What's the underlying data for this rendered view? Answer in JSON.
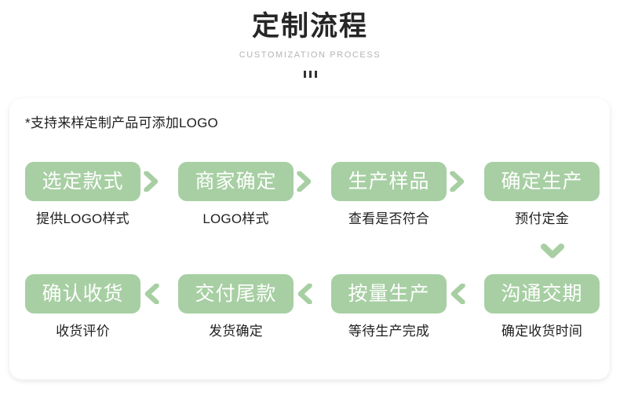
{
  "header": {
    "title": "定制流程",
    "subtitle": "CUSTOMIZATION PROCESS",
    "dots_count": 3
  },
  "card": {
    "note": "*支持来样定制产品可添加LOGO"
  },
  "colors": {
    "accent_green": "#a7cfa3",
    "title_dark": "#262626",
    "subtitle_gray": "#b5b5b5",
    "caption_dark": "#1f1f1f",
    "card_background": "#ffffff",
    "page_background": "#ffffff"
  },
  "icons": {
    "chevron_right": "chevron-right-icon",
    "chevron_left": "chevron-left-icon",
    "chevron_down": "chevron-down-icon"
  },
  "flow": {
    "row1_direction": "left-to-right",
    "row2_direction": "right-to-left",
    "row1": [
      {
        "label": "选定款式",
        "caption": "提供LOGO样式"
      },
      {
        "label": "商家确定",
        "caption": "LOGO样式"
      },
      {
        "label": "生产样品",
        "caption": "查看是否符合"
      },
      {
        "label": "确定生产",
        "caption": "预付定金"
      }
    ],
    "row2": [
      {
        "label": "确认收货",
        "caption": "收货评价"
      },
      {
        "label": "交付尾款",
        "caption": "发货确定"
      },
      {
        "label": "按量生产",
        "caption": "等待生产完成"
      },
      {
        "label": "沟通交期",
        "caption": "确定收货时间"
      }
    ]
  }
}
